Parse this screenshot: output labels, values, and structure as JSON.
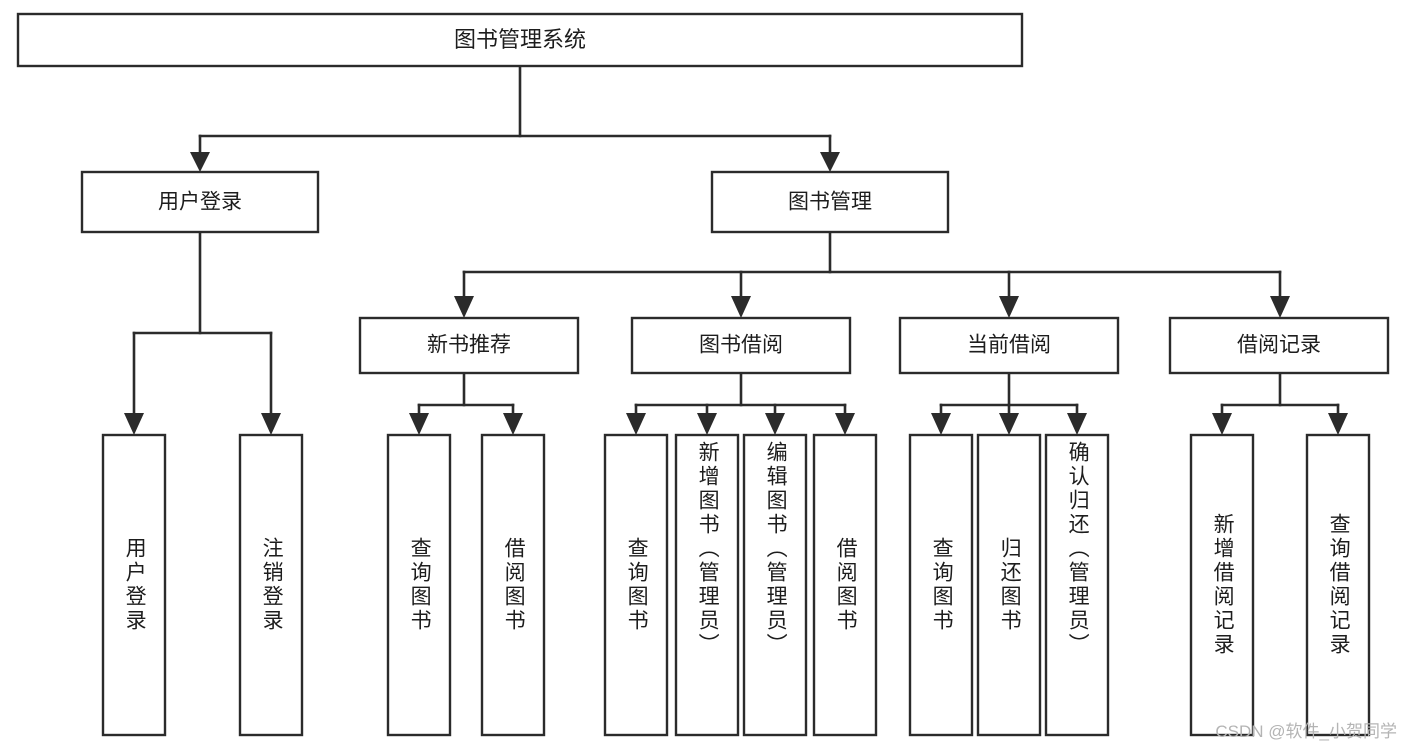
{
  "diagram": {
    "title": "图书管理系统",
    "watermark": "CSDN @软件_小贺同学",
    "root": {
      "label": "图书管理系统"
    },
    "level2": [
      {
        "id": "user-login",
        "label": "用户登录"
      },
      {
        "id": "book-management",
        "label": "图书管理"
      }
    ],
    "level3": [
      {
        "id": "new-book-recommend",
        "label": "新书推荐"
      },
      {
        "id": "book-borrow",
        "label": "图书借阅"
      },
      {
        "id": "current-borrow",
        "label": "当前借阅"
      },
      {
        "id": "borrow-record",
        "label": "借阅记录"
      }
    ],
    "leaves": {
      "user_login": [
        {
          "id": "leaf-user-login",
          "label": "用户登录"
        },
        {
          "id": "leaf-logout-login",
          "label": "注销登录"
        }
      ],
      "new_book_recommend": [
        {
          "id": "leaf-query-book-1",
          "label": "查询图书"
        },
        {
          "id": "leaf-borrow-book-1",
          "label": "借阅图书"
        }
      ],
      "book_borrow": [
        {
          "id": "leaf-query-book-2",
          "label": "查询图书"
        },
        {
          "id": "leaf-add-book",
          "label": "新增图书（管理员）"
        },
        {
          "id": "leaf-edit-book",
          "label": "编辑图书（管理员）"
        },
        {
          "id": "leaf-borrow-book-2",
          "label": "借阅图书"
        }
      ],
      "current_borrow": [
        {
          "id": "leaf-query-book-3",
          "label": "查询图书"
        },
        {
          "id": "leaf-return-book",
          "label": "归还图书"
        },
        {
          "id": "leaf-confirm-return",
          "label": "确认归还（管理员）"
        }
      ],
      "borrow_record": [
        {
          "id": "leaf-add-record",
          "label": "新增借阅记录"
        },
        {
          "id": "leaf-query-record",
          "label": "查询借阅记录"
        }
      ]
    },
    "colors": {
      "stroke": "#2b2b2b",
      "fill": "#ffffff",
      "text": "#1d1d1d",
      "watermark": "#b4b4b4"
    }
  }
}
